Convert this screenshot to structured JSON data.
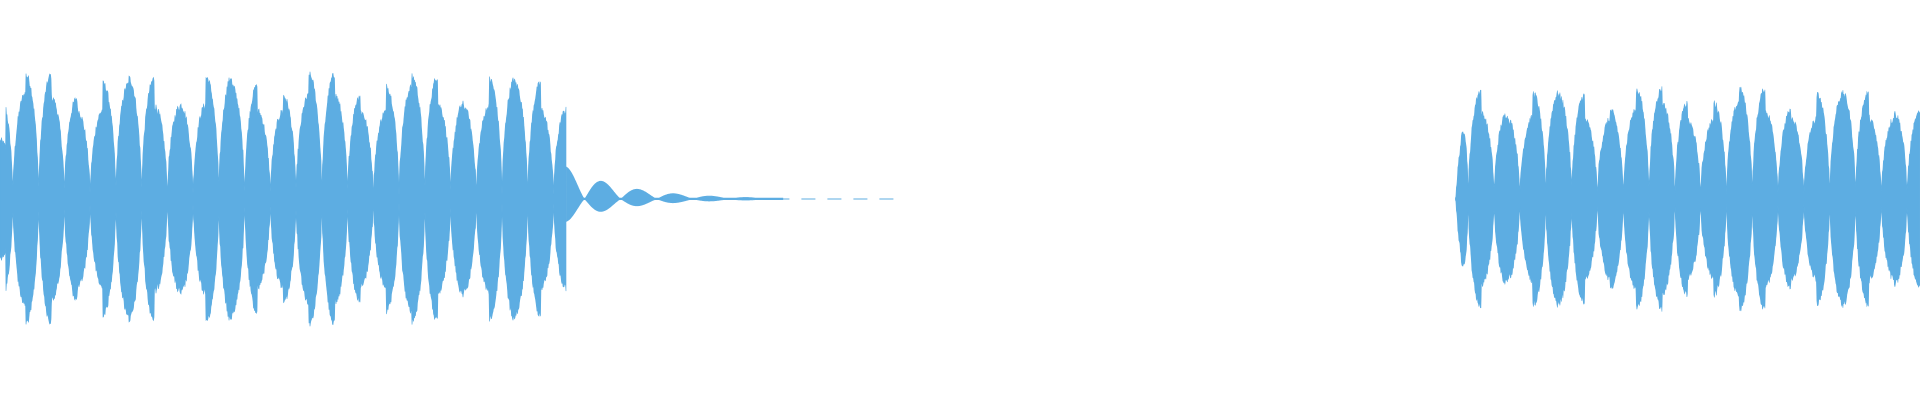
{
  "waveform": {
    "color": "#5dade2",
    "background": "#ffffff",
    "segments": [
      {
        "start_fraction": 0.0,
        "end_fraction": 0.295,
        "burst_count": 22,
        "peak_amplitude": 0.62,
        "amplitude_pattern": "steady"
      },
      {
        "start_fraction": 0.295,
        "end_fraction": 0.408,
        "burst_count": 6,
        "peak_amplitude": 0.16,
        "amplitude_pattern": "decaying"
      },
      {
        "start_fraction": 0.758,
        "end_fraction": 1.0,
        "burst_count": 18,
        "peak_amplitude": 0.55,
        "amplitude_pattern": "steady"
      }
    ]
  }
}
